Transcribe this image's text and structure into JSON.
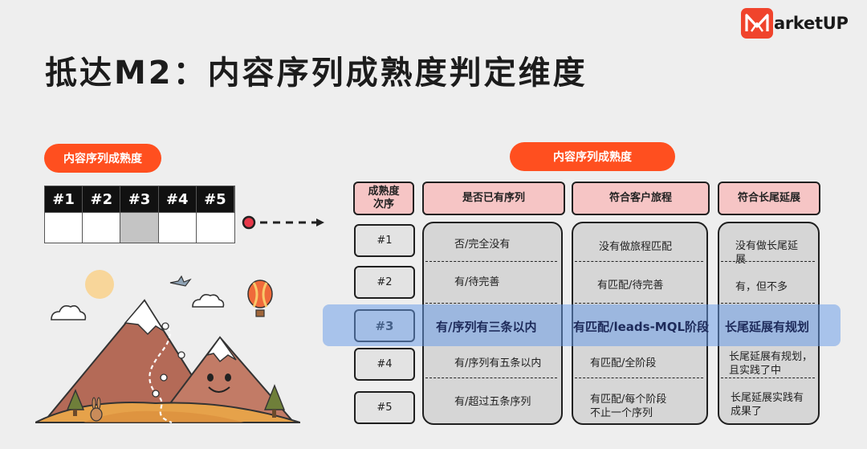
{
  "logo": {
    "text": "arketUP"
  },
  "title": "抵达M2：内容序列成熟度判定维度",
  "left_panel": {
    "pill": "内容序列成熟度",
    "sequence_headers": [
      "#1",
      "#2",
      "#3",
      "#4",
      "#5"
    ],
    "selected_index": 3
  },
  "right_panel": {
    "pill": "内容序列成熟度",
    "rank_header": "成熟度\n次序",
    "column_headers": [
      "是否已有序列",
      "符合客户旅程",
      "符合长尾延展"
    ],
    "ranks": [
      "#1",
      "#2",
      "#3",
      "#4",
      "#5"
    ],
    "col1": [
      "否/完全没有",
      "有/待完善",
      "有/序列有三条以内",
      "有/序列有五条以内",
      "有/超过五条序列"
    ],
    "col2": [
      "没有做旅程匹配",
      "有匹配/待完善",
      "有匹配/leads-MQL阶段",
      "有匹配/全阶段",
      "有匹配/每个阶段\n不止一个序列"
    ],
    "col3": [
      "没有做长尾延\n展",
      "有，但不多",
      "长尾延展有规划",
      "长尾延展有规划，\n且实践了中",
      "长尾延展实践有\n成果了"
    ],
    "highlight_index": 3
  },
  "colors": {
    "accent": "#ff4f1f",
    "header_fill": "#f6c5c5",
    "highlight": "#689ce8"
  }
}
